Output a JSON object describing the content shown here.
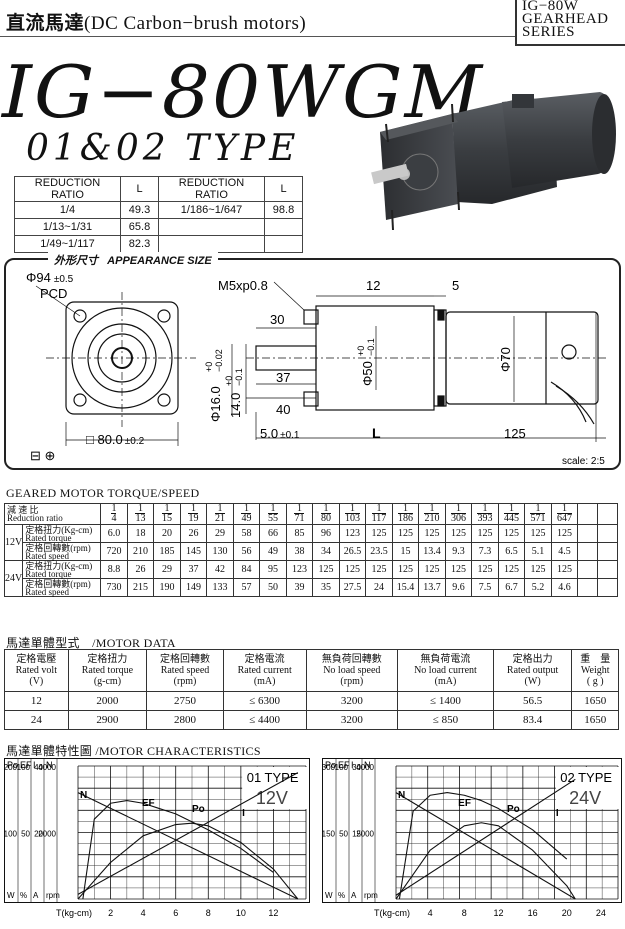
{
  "header": {
    "title_cjk": "直流馬達",
    "title_en": "(DC Carbon−brush motors)",
    "series_lines": [
      "IG−80W",
      "GEARHEAD",
      "SERIES"
    ]
  },
  "model": "IG−80WGM",
  "type": "01&02 TYPE",
  "ratio_table": {
    "headers": [
      "REDUCTION RATIO",
      "L",
      "REDUCTION RATIO",
      "L"
    ],
    "rows": [
      [
        "1/4",
        "49.3",
        "1/186~1/647",
        "98.8"
      ],
      [
        "1/13~1/31",
        "65.8",
        "",
        ""
      ],
      [
        "1/49~1/117",
        "82.3",
        "",
        ""
      ]
    ]
  },
  "drawing": {
    "title_cjk": "外形尺寸",
    "title_en": "APPEARANCE SIZE",
    "pcd_dia": "Φ94",
    "pcd_tol": "±0.5",
    "pcd": "PCD",
    "square": "□ 80.0",
    "square_tol": "±0.2",
    "thread": "M5xp0.8",
    "d12": "12",
    "d5": "5",
    "d30": "30",
    "d37": "37",
    "d40": "40",
    "shaft_dia": "Φ16.0",
    "shaft_tol_top": "+0",
    "shaft_tol_bot": "−0.02",
    "d14": "14.0",
    "d14_tol_top": "+0",
    "d14_tol_bot": "−0.1",
    "pilot": "Φ50",
    "pilot_tol_top": "+0",
    "pilot_tol_bot": "−0.1",
    "body_dia": "Φ70",
    "d5_0": "5.0",
    "d5_0_tol": "±0.1",
    "L": "L",
    "d125": "125",
    "scale": "scale: 2:5"
  },
  "torque": {
    "section_title": "GEARED MOTOR TORQUE/SPEED",
    "ratio_label_cjk": "減 速 比",
    "ratio_label_en": "Reduction ratio",
    "denominators": [
      "4",
      "13",
      "15",
      "19",
      "21",
      "49",
      "55",
      "71",
      "80",
      "103",
      "117",
      "186",
      "210",
      "306",
      "393",
      "445",
      "571",
      "647"
    ],
    "torque_label_cjk": "定格扭力(Kg-cm)",
    "torque_label_en": "Rated torque",
    "speed_label_cjk": "定格回轉數(rpm)",
    "speed_label_en": "Rated speed",
    "v12": "12V",
    "v24": "24V",
    "v12_torque": [
      "6.0",
      "18",
      "20",
      "26",
      "29",
      "58",
      "66",
      "85",
      "96",
      "123",
      "125",
      "125",
      "125",
      "125",
      "125",
      "125",
      "125",
      "125"
    ],
    "v12_speed": [
      "720",
      "210",
      "185",
      "145",
      "130",
      "56",
      "49",
      "38",
      "34",
      "26.5",
      "23.5",
      "15",
      "13.4",
      "9.3",
      "7.3",
      "6.5",
      "5.1",
      "4.5"
    ],
    "v24_torque": [
      "8.8",
      "26",
      "29",
      "37",
      "42",
      "84",
      "95",
      "123",
      "125",
      "125",
      "125",
      "125",
      "125",
      "125",
      "125",
      "125",
      "125",
      "125"
    ],
    "v24_speed": [
      "730",
      "215",
      "190",
      "149",
      "133",
      "57",
      "50",
      "39",
      "35",
      "27.5",
      "24",
      "15.4",
      "13.7",
      "9.6",
      "7.5",
      "6.7",
      "5.2",
      "4.6"
    ]
  },
  "motor_data": {
    "section_title": "馬達單體型式　/MOTOR DATA",
    "headers": [
      [
        "定格電壓",
        "Rated volt",
        "(V)"
      ],
      [
        "定格扭力",
        "Rated torque",
        "(g-cm)"
      ],
      [
        "定格回轉數",
        "Rated speed",
        "(rpm)"
      ],
      [
        "定格電流",
        "Rated current",
        "(mA)"
      ],
      [
        "無負荷回轉數",
        "No load speed",
        "(rpm)"
      ],
      [
        "無負荷電流",
        "No load current",
        "(mA)"
      ],
      [
        "定格出力",
        "Rated output",
        "(W)"
      ],
      [
        "重　量",
        "Weight",
        "( g )"
      ]
    ],
    "rows": [
      [
        "12",
        "2000",
        "2750",
        "≤ 6300",
        "3200",
        "≤ 1400",
        "56.5",
        "1650"
      ],
      [
        "24",
        "2900",
        "2800",
        "≤ 4400",
        "3200",
        "≤  850",
        "83.4",
        "1650"
      ]
    ]
  },
  "characteristics": {
    "section_title": "馬達單體特性圖 /MOTOR CHARACTERISTICS"
  },
  "chart_data": [
    {
      "type": "line",
      "title": "01 TYPE",
      "subtitle": "12V",
      "xlabel": "T(kg-cm)",
      "x_ticks": [
        2,
        4,
        6,
        8,
        10,
        12
      ],
      "axes": [
        {
          "name": "Po",
          "unit": "W",
          "ticks": [
            200,
            100
          ]
        },
        {
          "name": "EF",
          "unit": "%",
          "ticks": [
            100,
            50
          ]
        },
        {
          "name": "I",
          "unit": "A",
          "ticks": [
            40,
            20
          ]
        },
        {
          "name": "N",
          "unit": "rpm",
          "ticks": [
            4000,
            2000
          ]
        }
      ],
      "curve_labels": [
        "N",
        "EF",
        "Po",
        "I"
      ],
      "series": [
        {
          "name": "N",
          "x": [
            0,
            13.5
          ],
          "y": [
            3200,
            0
          ],
          "axis": "rpm"
        },
        {
          "name": "I",
          "x": [
            0,
            13.5
          ],
          "y": [
            1.4,
            38
          ],
          "axis": "A"
        },
        {
          "name": "EF",
          "x": [
            0.3,
            1,
            2,
            3,
            4,
            5,
            6,
            8,
            10,
            12
          ],
          "y": [
            0,
            60,
            72,
            74,
            72,
            68,
            64,
            52,
            38,
            20
          ],
          "axis": "%"
        },
        {
          "name": "Po",
          "x": [
            0,
            2,
            4,
            6,
            7,
            8,
            10,
            12,
            13.5
          ],
          "y": [
            0,
            55,
            95,
            112,
            114,
            110,
            85,
            45,
            0
          ],
          "axis": "W"
        }
      ]
    },
    {
      "type": "line",
      "title": "02 TYPE",
      "subtitle": "24V",
      "xlabel": "T(kg-cm)",
      "x_ticks": [
        4,
        8,
        12,
        16,
        20,
        24
      ],
      "axes": [
        {
          "name": "Po",
          "unit": "W",
          "ticks": [
            300,
            150
          ]
        },
        {
          "name": "EF",
          "unit": "%",
          "ticks": [
            100,
            50
          ]
        },
        {
          "name": "I",
          "unit": "A",
          "ticks": [
            30,
            15
          ]
        },
        {
          "name": "N",
          "unit": "rpm",
          "ticks": [
            4000,
            2000
          ]
        }
      ],
      "curve_labels": [
        "N",
        "EF",
        "Po",
        "I"
      ],
      "series": [
        {
          "name": "N",
          "x": [
            0,
            21
          ],
          "y": [
            3200,
            0
          ],
          "axis": "rpm"
        },
        {
          "name": "I",
          "x": [
            0,
            21
          ],
          "y": [
            0.85,
            27
          ],
          "axis": "A"
        },
        {
          "name": "EF",
          "x": [
            0.4,
            2,
            4,
            6,
            8,
            10,
            12,
            16,
            20
          ],
          "y": [
            0,
            66,
            78,
            80,
            78,
            74,
            68,
            52,
            30
          ],
          "axis": "%"
        },
        {
          "name": "Po",
          "x": [
            0,
            4,
            8,
            10,
            12,
            16,
            20,
            21
          ],
          "y": [
            0,
            110,
            165,
            172,
            165,
            110,
            30,
            0
          ],
          "axis": "W"
        }
      ]
    }
  ]
}
